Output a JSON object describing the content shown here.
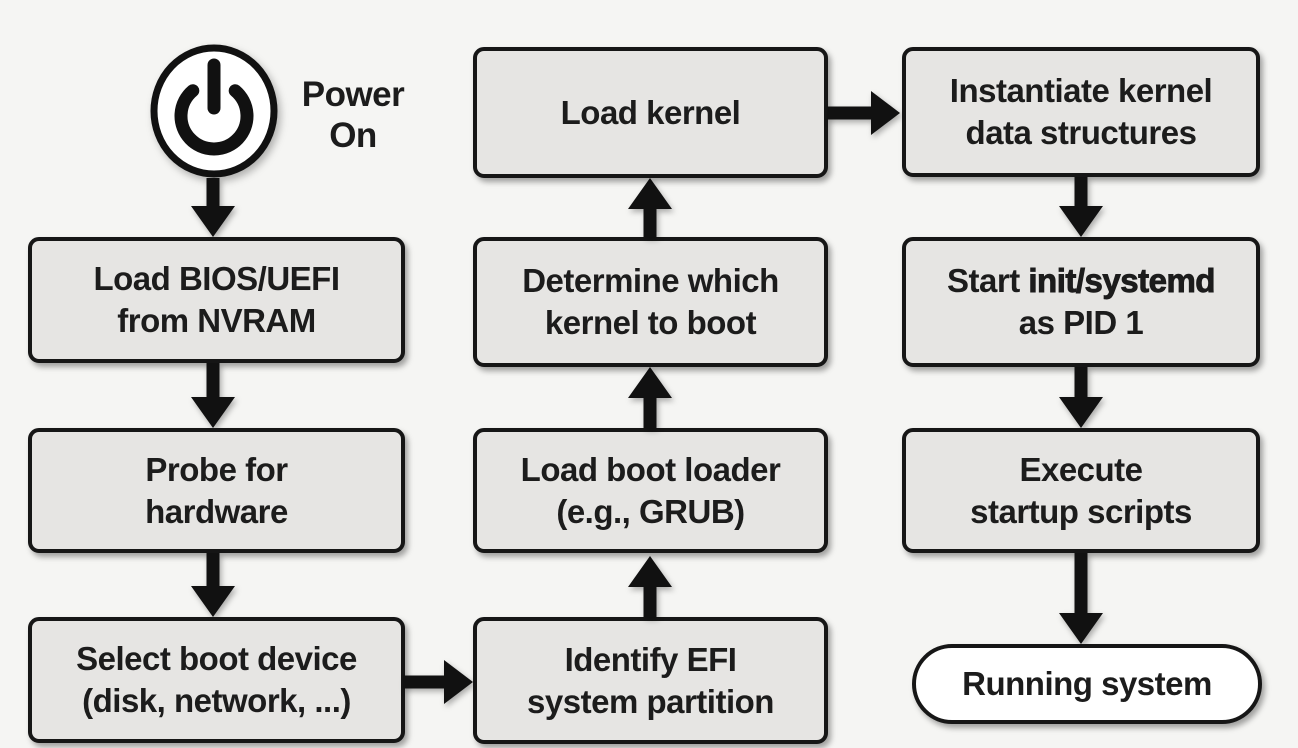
{
  "title": "Linux boot process flowchart",
  "colors": {
    "background": "#f5f5f3",
    "node_fill": "#e6e5e3",
    "node_border": "#161616",
    "text": "#1c1c1c",
    "arrow": "#111111",
    "terminal_fill": "#ffffff"
  },
  "power": {
    "icon": "power-icon",
    "label_line1": "Power",
    "label_line2": "On"
  },
  "nodes": {
    "bios": {
      "lines": [
        "Load BIOS/UEFI",
        "from NVRAM"
      ]
    },
    "probe": {
      "lines": [
        "Probe for",
        "hardware"
      ]
    },
    "select": {
      "lines": [
        "Select boot device",
        "(disk, network, ...)"
      ]
    },
    "load_kernel": {
      "lines": [
        "Load kernel"
      ]
    },
    "determine": {
      "lines": [
        "Determine which",
        "kernel to boot"
      ]
    },
    "boot_loader": {
      "lines": [
        "Load boot loader",
        "(e.g., GRUB)"
      ]
    },
    "identify_efi": {
      "lines": [
        "Identify EFI",
        "system partition"
      ]
    },
    "instantiate": {
      "lines": [
        "Instantiate kernel",
        "data structures"
      ]
    },
    "start_init": {
      "line1_prefix": "Start ",
      "line1_heavy": "init/systemd",
      "line2": "as PID 1"
    },
    "execute": {
      "lines": [
        "Execute",
        "startup scripts"
      ]
    },
    "running": {
      "label": "Running system"
    }
  },
  "edges": [
    {
      "from": "power-on",
      "to": "load-bios-uefi",
      "direction": "down"
    },
    {
      "from": "load-bios-uefi",
      "to": "probe-for-hardware",
      "direction": "down"
    },
    {
      "from": "probe-for-hardware",
      "to": "select-boot-device",
      "direction": "down"
    },
    {
      "from": "select-boot-device",
      "to": "identify-efi-partition",
      "direction": "right"
    },
    {
      "from": "identify-efi-partition",
      "to": "load-boot-loader",
      "direction": "up"
    },
    {
      "from": "load-boot-loader",
      "to": "determine-kernel-to-boot",
      "direction": "up"
    },
    {
      "from": "determine-kernel-to-boot",
      "to": "load-kernel",
      "direction": "up"
    },
    {
      "from": "load-kernel",
      "to": "instantiate-kernel-structures",
      "direction": "right"
    },
    {
      "from": "instantiate-kernel-structures",
      "to": "start-init-systemd",
      "direction": "down"
    },
    {
      "from": "start-init-systemd",
      "to": "execute-startup-scripts",
      "direction": "down"
    },
    {
      "from": "execute-startup-scripts",
      "to": "running-system",
      "direction": "down"
    }
  ]
}
